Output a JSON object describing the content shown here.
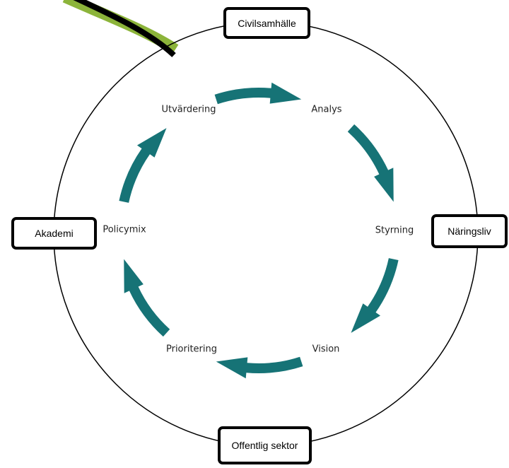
{
  "stakeholders": {
    "top": "Civilsamhälle",
    "right": "Näringsliv",
    "bottom": "Offentlig sektor",
    "left": "Akademi"
  },
  "cycle": {
    "steps": [
      "Analys",
      "Styrning",
      "Vision",
      "Prioritering",
      "Policymix",
      "Utvärdering"
    ]
  },
  "colors": {
    "arrow": "#167376",
    "outer_circle": "#000000",
    "swoosh_green": "#8cb43a",
    "swoosh_dark": "#000000"
  }
}
